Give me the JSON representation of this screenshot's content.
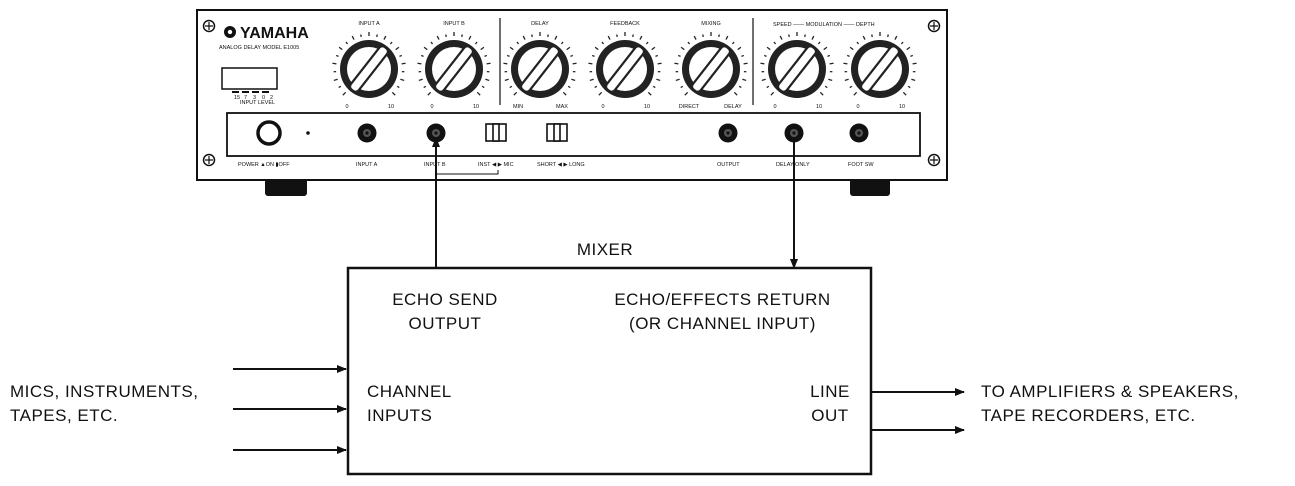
{
  "unit": {
    "brand": "YAMAHA",
    "model": "ANALOG DELAY MODEL E1005",
    "meter": {
      "scale": [
        "15",
        "7",
        "3",
        "0",
        "2"
      ],
      "label": "INPUT LEVEL"
    },
    "knobs": [
      {
        "id": "input-a",
        "label": "INPUT A",
        "scale_low": "0",
        "scale_high": "10"
      },
      {
        "id": "input-b",
        "label": "INPUT B",
        "scale_low": "0",
        "scale_high": "10"
      },
      {
        "id": "delay",
        "label": "DELAY",
        "scale_low": "MIN",
        "scale_high": "MAX"
      },
      {
        "id": "feedback",
        "label": "FEEDBACK",
        "scale_low": "0",
        "scale_high": "10"
      },
      {
        "id": "mixing",
        "label": "MIXING",
        "scale_low": "DIRECT",
        "scale_high": "DELAY"
      },
      {
        "id": "speed",
        "label": "",
        "scale_low": "0",
        "scale_high": "10"
      },
      {
        "id": "depth",
        "label": "",
        "scale_low": "0",
        "scale_high": "10"
      }
    ],
    "modulation_header": "SPEED —— MODULATION —— DEPTH",
    "panel": {
      "power": "POWER  ▲ON  ▮OFF",
      "input_a": "INPUT A",
      "input_b": "INPUT B",
      "inst_mic": "INST ◀ ▶ MIC",
      "short_long": "SHORT ◀ ▶ LONG",
      "output": "OUTPUT",
      "delay_only": "DELAY ONLY",
      "foot_sw": "FOOT SW"
    }
  },
  "mixer": {
    "title": "MIXER",
    "echo_send": [
      "ECHO SEND",
      "OUTPUT"
    ],
    "echo_return": [
      "ECHO/EFFECTS RETURN",
      "(OR CHANNEL INPUT)"
    ],
    "channel_inputs": [
      "CHANNEL",
      "INPUTS"
    ],
    "line_out": [
      "LINE",
      "OUT"
    ]
  },
  "sources": [
    "MICS, INSTRUMENTS,",
    "TAPES, ETC."
  ],
  "destinations": [
    "TO AMPLIFIERS & SPEAKERS,",
    "TAPE RECORDERS, ETC."
  ]
}
